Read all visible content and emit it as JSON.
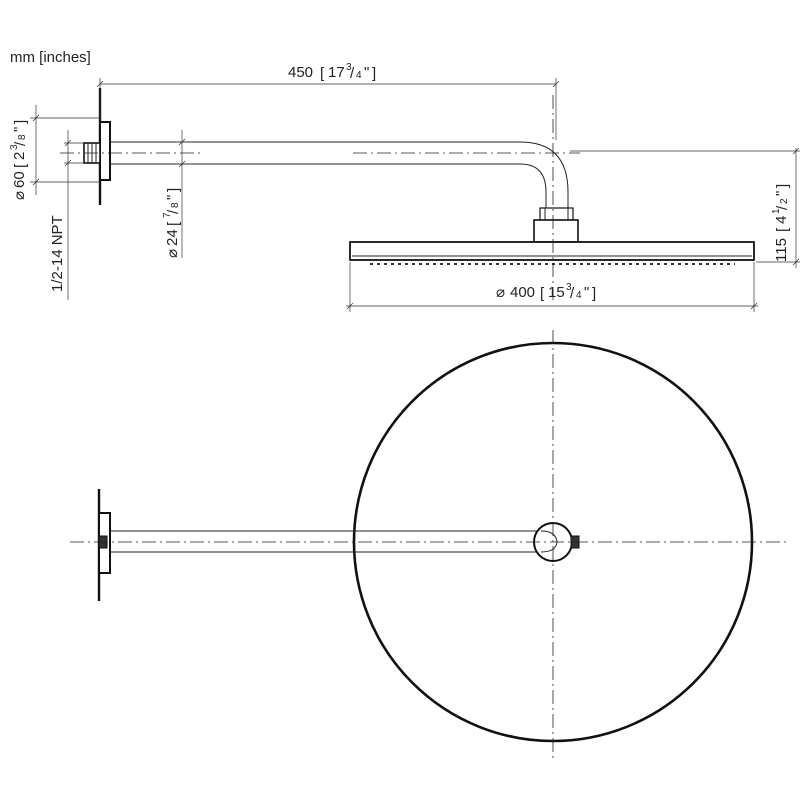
{
  "units_label": "mm [inches]",
  "dimensions": {
    "arm_length": {
      "value": "450",
      "whole": "17",
      "num": "3",
      "den": "4",
      "suffix": "\""
    },
    "flange_diameter": {
      "symbol": "⌀",
      "value": "60",
      "whole": "2",
      "num": "3",
      "den": "8",
      "suffix": "\""
    },
    "pipe_diameter": {
      "symbol": "⌀",
      "value": "24",
      "whole": "",
      "num": "7",
      "den": "8",
      "suffix": "\""
    },
    "thread": "1/2-14 NPT",
    "head_height": {
      "value": "115",
      "whole": "4",
      "num": "1",
      "den": "2",
      "suffix": "\""
    },
    "head_diameter": {
      "symbol": "⌀",
      "value": "400",
      "whole": "15",
      "num": "3",
      "den": "4",
      "suffix": "\""
    }
  }
}
